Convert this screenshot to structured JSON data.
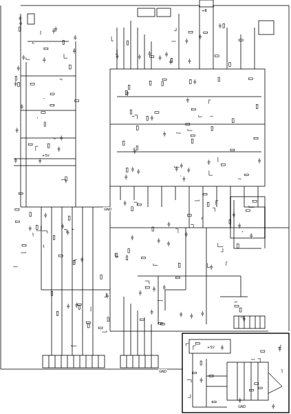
{
  "diagram": {
    "labels": [
      "+B",
      "GND",
      "+5V",
      "GND",
      "+5V",
      "GND"
    ]
  }
}
